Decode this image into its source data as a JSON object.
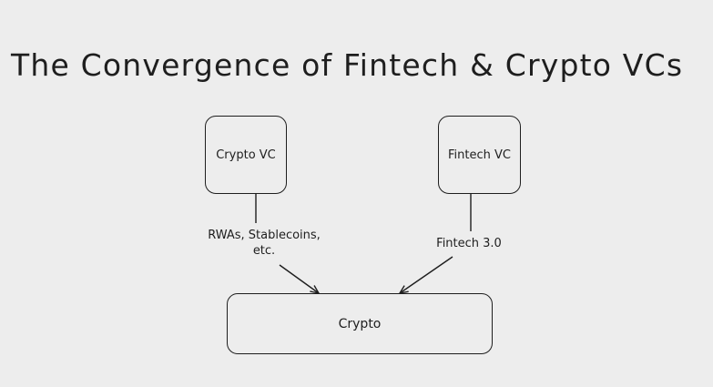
{
  "title": "The Convergence of Fintech & Crypto VCs",
  "nodes": {
    "crypto_vc": "Crypto VC",
    "fintech_vc": "Fintech VC",
    "crypto": "Crypto"
  },
  "edges": [
    {
      "from": "Crypto VC",
      "to": "Crypto",
      "label": "RWAs, Stablecoins, etc."
    },
    {
      "from": "Fintech VC",
      "to": "Crypto",
      "label": "Fintech 3.0"
    }
  ],
  "colors": {
    "background": "#ededed",
    "stroke": "#1e1e1e"
  }
}
